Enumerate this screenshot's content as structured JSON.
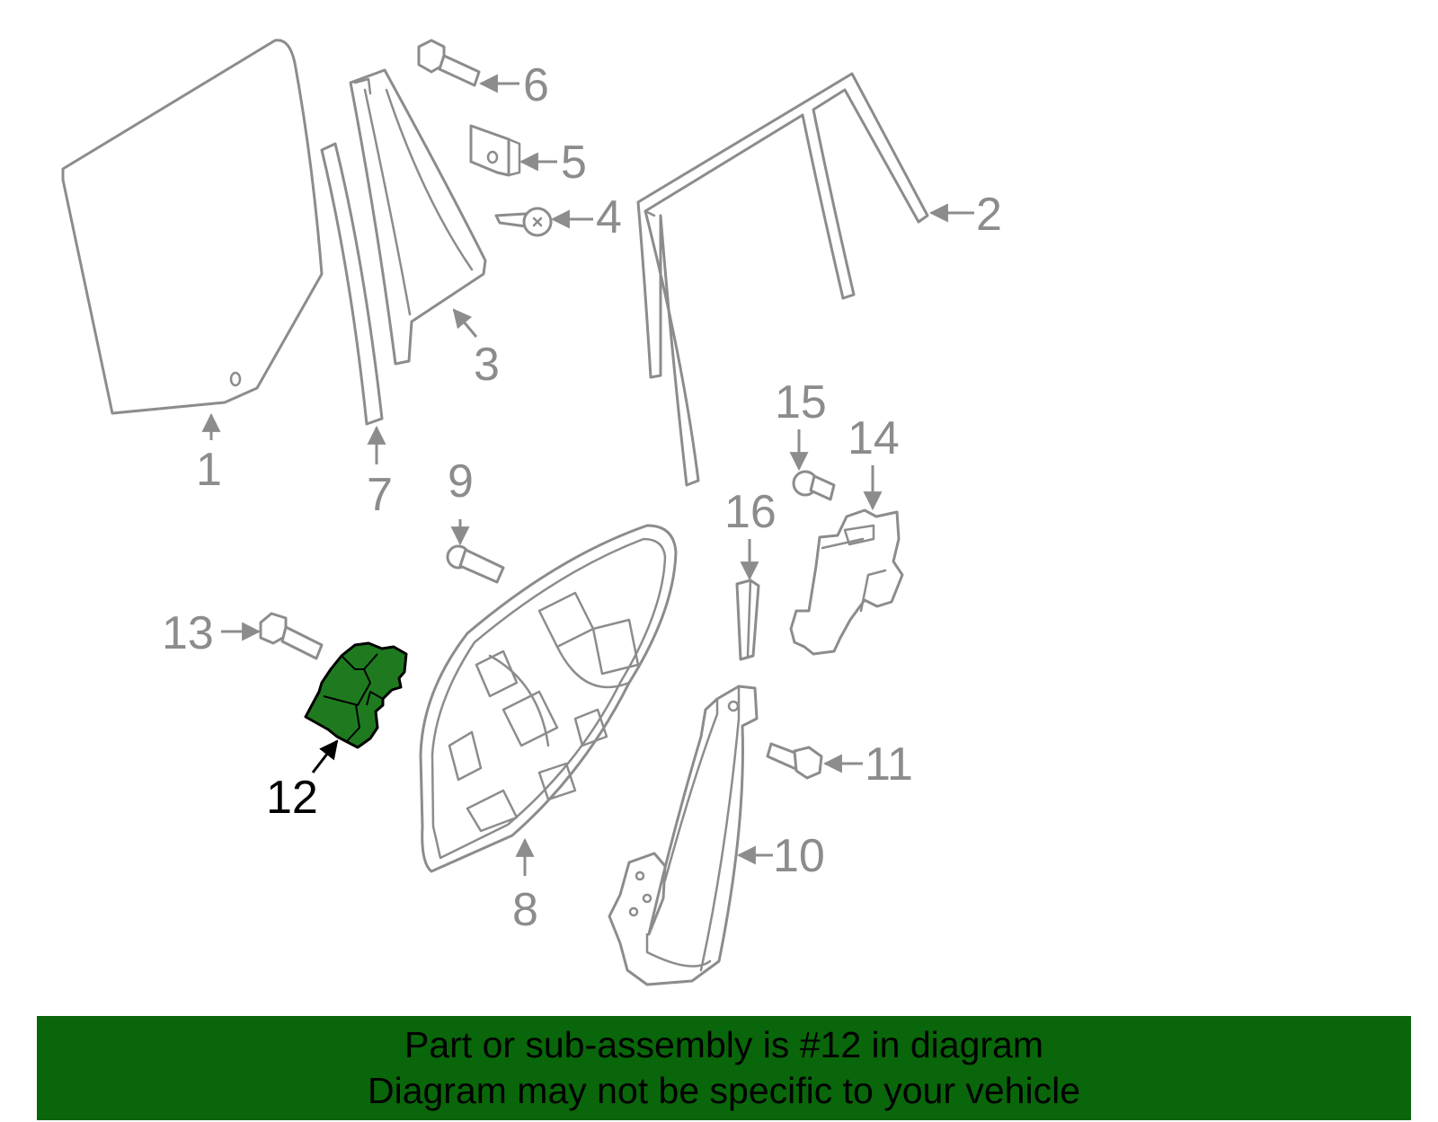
{
  "diagram": {
    "highlighted_part": "12",
    "callouts": [
      "1",
      "2",
      "3",
      "4",
      "5",
      "6",
      "7",
      "8",
      "9",
      "10",
      "11",
      "12",
      "13",
      "14",
      "15",
      "16"
    ],
    "highlight_color": "#1f7a1f",
    "line_color": "#8c8c8c"
  },
  "footer": {
    "line1": "Part or sub-assembly is #12 in diagram",
    "line2": "Diagram may not be specific to your vehicle",
    "background_color": "#0a660a"
  }
}
